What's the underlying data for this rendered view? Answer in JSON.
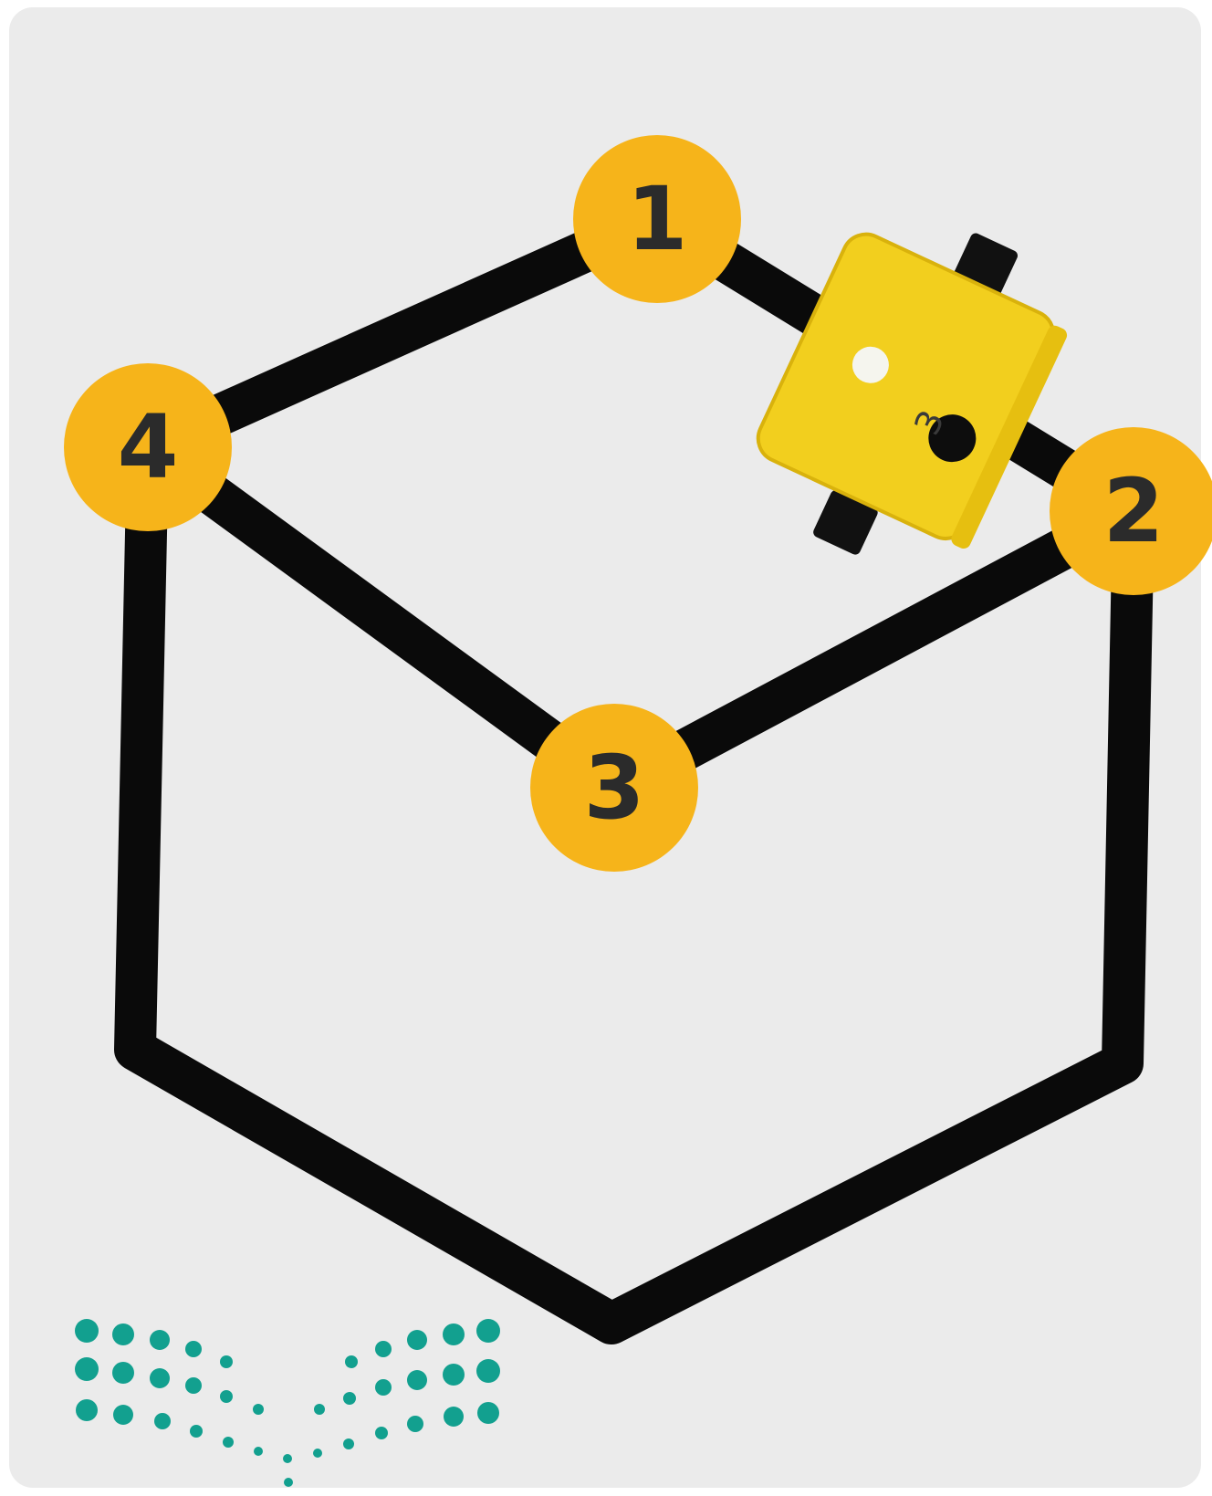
{
  "diagram": {
    "nodes": [
      {
        "id": "1",
        "label": "1"
      },
      {
        "id": "2",
        "label": "2"
      },
      {
        "id": "3",
        "label": "3"
      },
      {
        "id": "4",
        "label": "4"
      }
    ],
    "robot": {
      "marking": "3"
    },
    "colors": {
      "background": "#ebebeb",
      "track": "#0a0a0a",
      "node_fill": "#f6b41a",
      "node_text": "#2b2b2b",
      "robot_body": "#f2cf1e",
      "logo_dots": "#12a08f"
    }
  }
}
